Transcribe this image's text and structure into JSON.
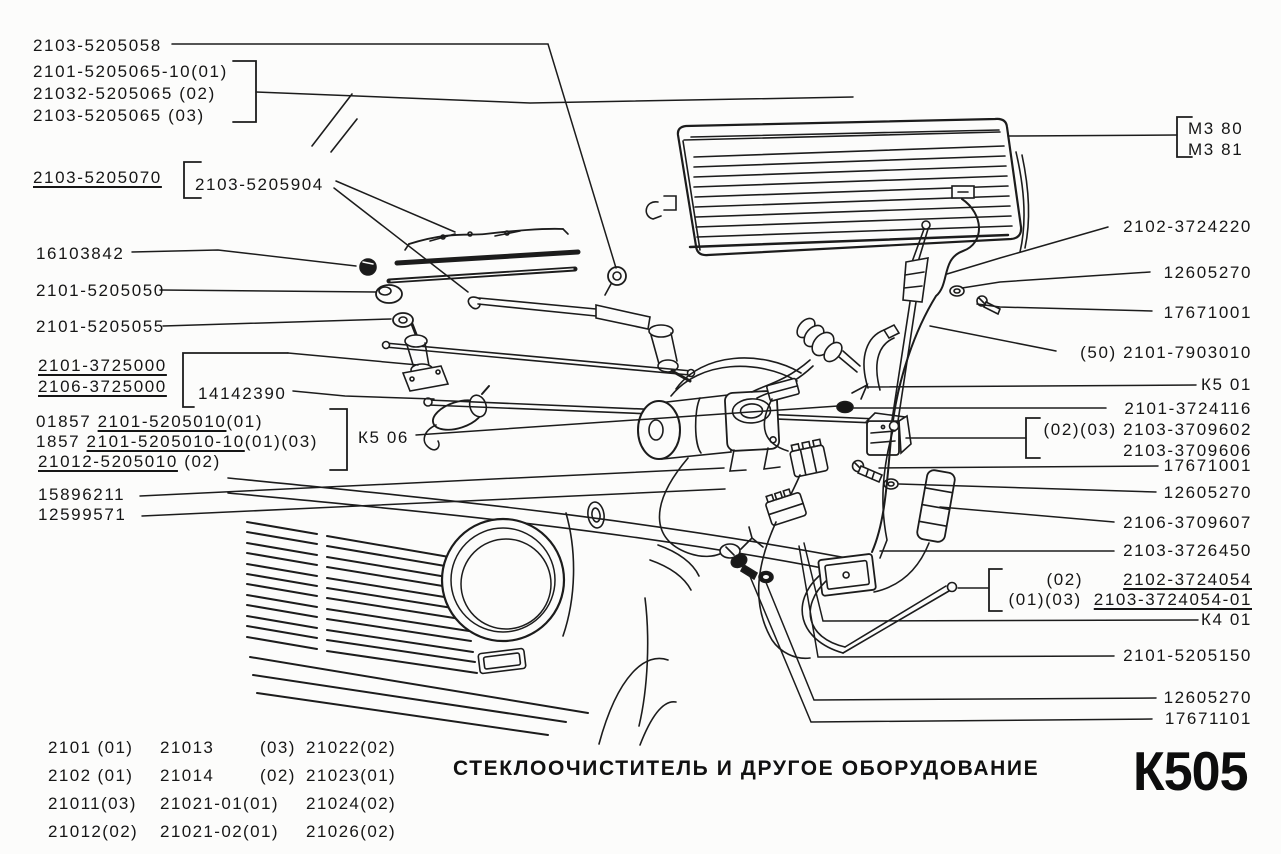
{
  "labels_left": [
    {
      "text": "2103-5205058"
    },
    {
      "text": "2101-5205065-10(01)"
    },
    {
      "text": "21032-5205065 (02)"
    },
    {
      "text": "2103-5205065 (03)"
    },
    {
      "text": "2103-5205070"
    },
    {
      "text": "2103-5205904"
    },
    {
      "text": "16103842"
    },
    {
      "text": "2101-5205050"
    },
    {
      "text": "2101-5205055"
    },
    {
      "text": "2101-3725000"
    },
    {
      "text": "2106-3725000"
    },
    {
      "text": "14142390"
    },
    {
      "text": "К5 06"
    },
    {
      "text": "15896211"
    },
    {
      "text": "12599571"
    }
  ],
  "labels_left_composite": [
    {
      "prefix": "01857 ",
      "num": "2101-5205010",
      "suffix": "(01)"
    },
    {
      "prefix": "1857 ",
      "num": "2101-5205010-10",
      "suffix": "(01)(03)"
    },
    {
      "prefix": "",
      "num": "21012-5205010",
      "suffix": " (02)"
    }
  ],
  "labels_right": [
    {
      "text": "М3 80"
    },
    {
      "text": "М3 81"
    },
    {
      "text": "2102-3724220"
    },
    {
      "text": "12605270"
    },
    {
      "text": "17671001"
    },
    {
      "text": "(50) 2101-7903010"
    },
    {
      "text": "К5 01"
    },
    {
      "text": "2101-3724116"
    },
    {
      "text": "(02)(03) 2103-3709602"
    },
    {
      "text": "2103-3709606"
    },
    {
      "text": "17671001"
    },
    {
      "text": "12605270"
    },
    {
      "text": "2106-3709607"
    },
    {
      "text": "2103-3726450"
    },
    {
      "text": "К4 01"
    },
    {
      "text": "2101-5205150"
    },
    {
      "text": "12605270"
    },
    {
      "text": "17671101"
    }
  ],
  "labels_right_composite": [
    {
      "prefix": "(02)",
      "num": "2102-3724054"
    },
    {
      "prefix": "(01)(03)",
      "num": "2103-3724054-01"
    }
  ],
  "footer": {
    "title": "СТЕКЛООЧИСТИТЕЛЬ И ДРУГОЕ ОБОРУДОВАНИЕ",
    "page_code": "К505",
    "applicability": [
      [
        "2101 (01)",
        "21013",
        "(03)",
        "21022(02)"
      ],
      [
        "2102 (01)",
        "21014",
        "(02)",
        "21023(01)"
      ],
      [
        "21011(03)",
        "21021-01(01)",
        "",
        "21024(02)"
      ],
      [
        "21012(02)",
        "21021-02(01)",
        "",
        "21026(02)"
      ]
    ]
  }
}
